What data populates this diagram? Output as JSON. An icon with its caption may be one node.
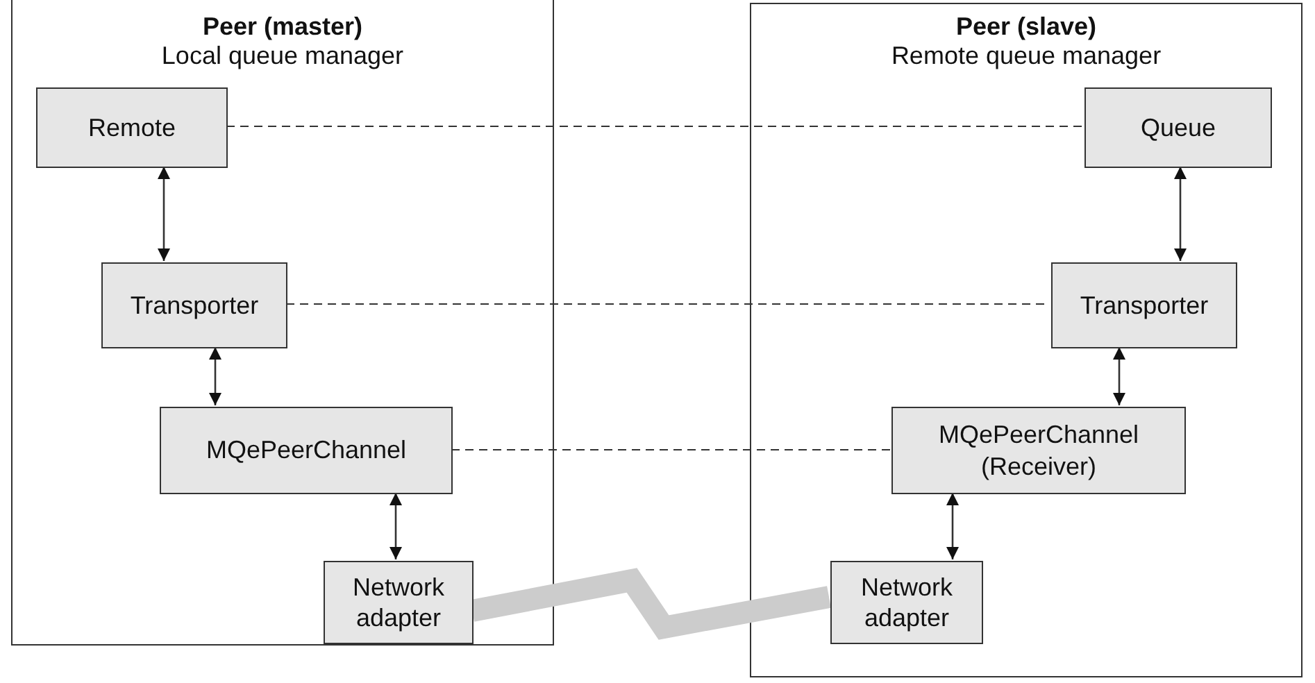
{
  "diagram": {
    "nodes": [
      {
        "text": [
          "Peer (master)",
          "Local queue manager"
        ]
      },
      {
        "text": [
          "Remote"
        ],
        "in": 0
      },
      {
        "text": [
          "Transporter"
        ],
        "in": 0
      },
      {
        "text": [
          "MQePeerChannel"
        ],
        "in": 0
      },
      {
        "text": [
          "Network adapter"
        ],
        "in": 0
      },
      {
        "text": [
          "Peer (slave)",
          "Remote queue manager"
        ]
      },
      {
        "text": [
          "Queue"
        ],
        "in": 5
      },
      {
        "text": [
          "Transporter"
        ],
        "in": 5
      },
      {
        "text": [
          "MQePeerChannel (Receiver)"
        ],
        "in": 5
      },
      {
        "text": [
          "Network adapter"
        ],
        "in": 5
      }
    ],
    "edges": [
      {
        "from": 1,
        "to": 2,
        "arrow": "both"
      },
      {
        "from": 2,
        "to": 3,
        "arrow": "both"
      },
      {
        "from": 3,
        "to": 4,
        "arrow": "both"
      },
      {
        "from": 6,
        "to": 7,
        "arrow": "both"
      },
      {
        "from": 7,
        "to": 8,
        "arrow": "both"
      },
      {
        "from": 8,
        "to": 9,
        "arrow": "both"
      },
      {
        "from": 1,
        "to": 6,
        "arrow": "none",
        "style": "dashed"
      },
      {
        "from": 2,
        "to": 7,
        "arrow": "none",
        "style": "dashed"
      },
      {
        "from": 3,
        "to": 8,
        "arrow": "none",
        "style": "dashed"
      },
      {
        "from": 4,
        "to": 9,
        "arrow": "none",
        "style": "thick",
        "color": "#cccccc"
      }
    ]
  }
}
